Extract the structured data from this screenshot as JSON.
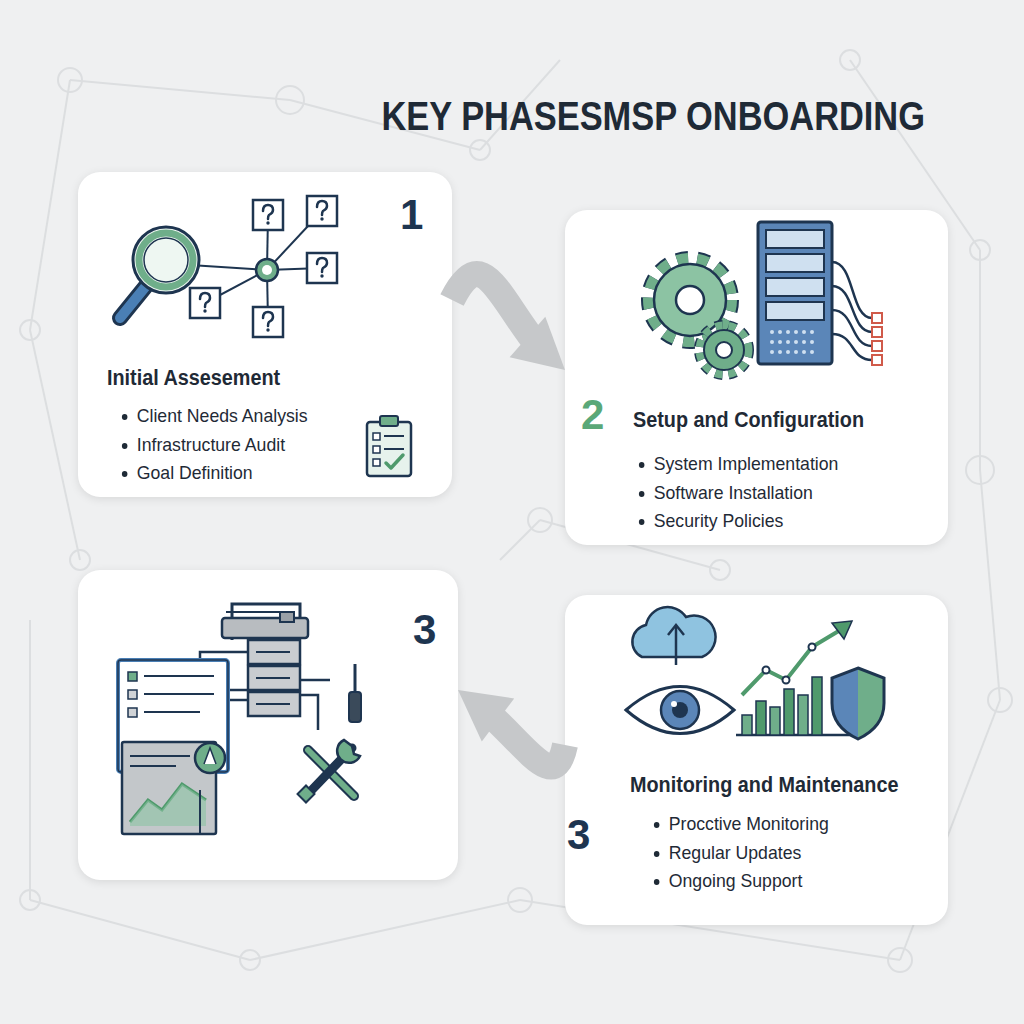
{
  "diagram": {
    "title": "KEY PHASESMSP ONBOARDING",
    "nodes": [
      {
        "text": [
          "1",
          "Initial Assesement",
          "Client Needs Analysis",
          "Infrastructure Audit",
          "Goal Definition"
        ]
      },
      {
        "text": [
          "2",
          "Setup and Configuration",
          "System Implementation",
          "Software Installation",
          "Security Policies"
        ]
      },
      {
        "text": [
          "3"
        ]
      },
      {
        "text": [
          "3",
          "Monitoring and Maintenance",
          "Procctive Monitoring",
          "Regular Updates",
          "Ongoing Support"
        ]
      }
    ],
    "edges": [
      {
        "from": 0,
        "to": 1,
        "arrow": "to"
      },
      {
        "from": 3,
        "to": 2,
        "arrow": "to"
      }
    ]
  }
}
